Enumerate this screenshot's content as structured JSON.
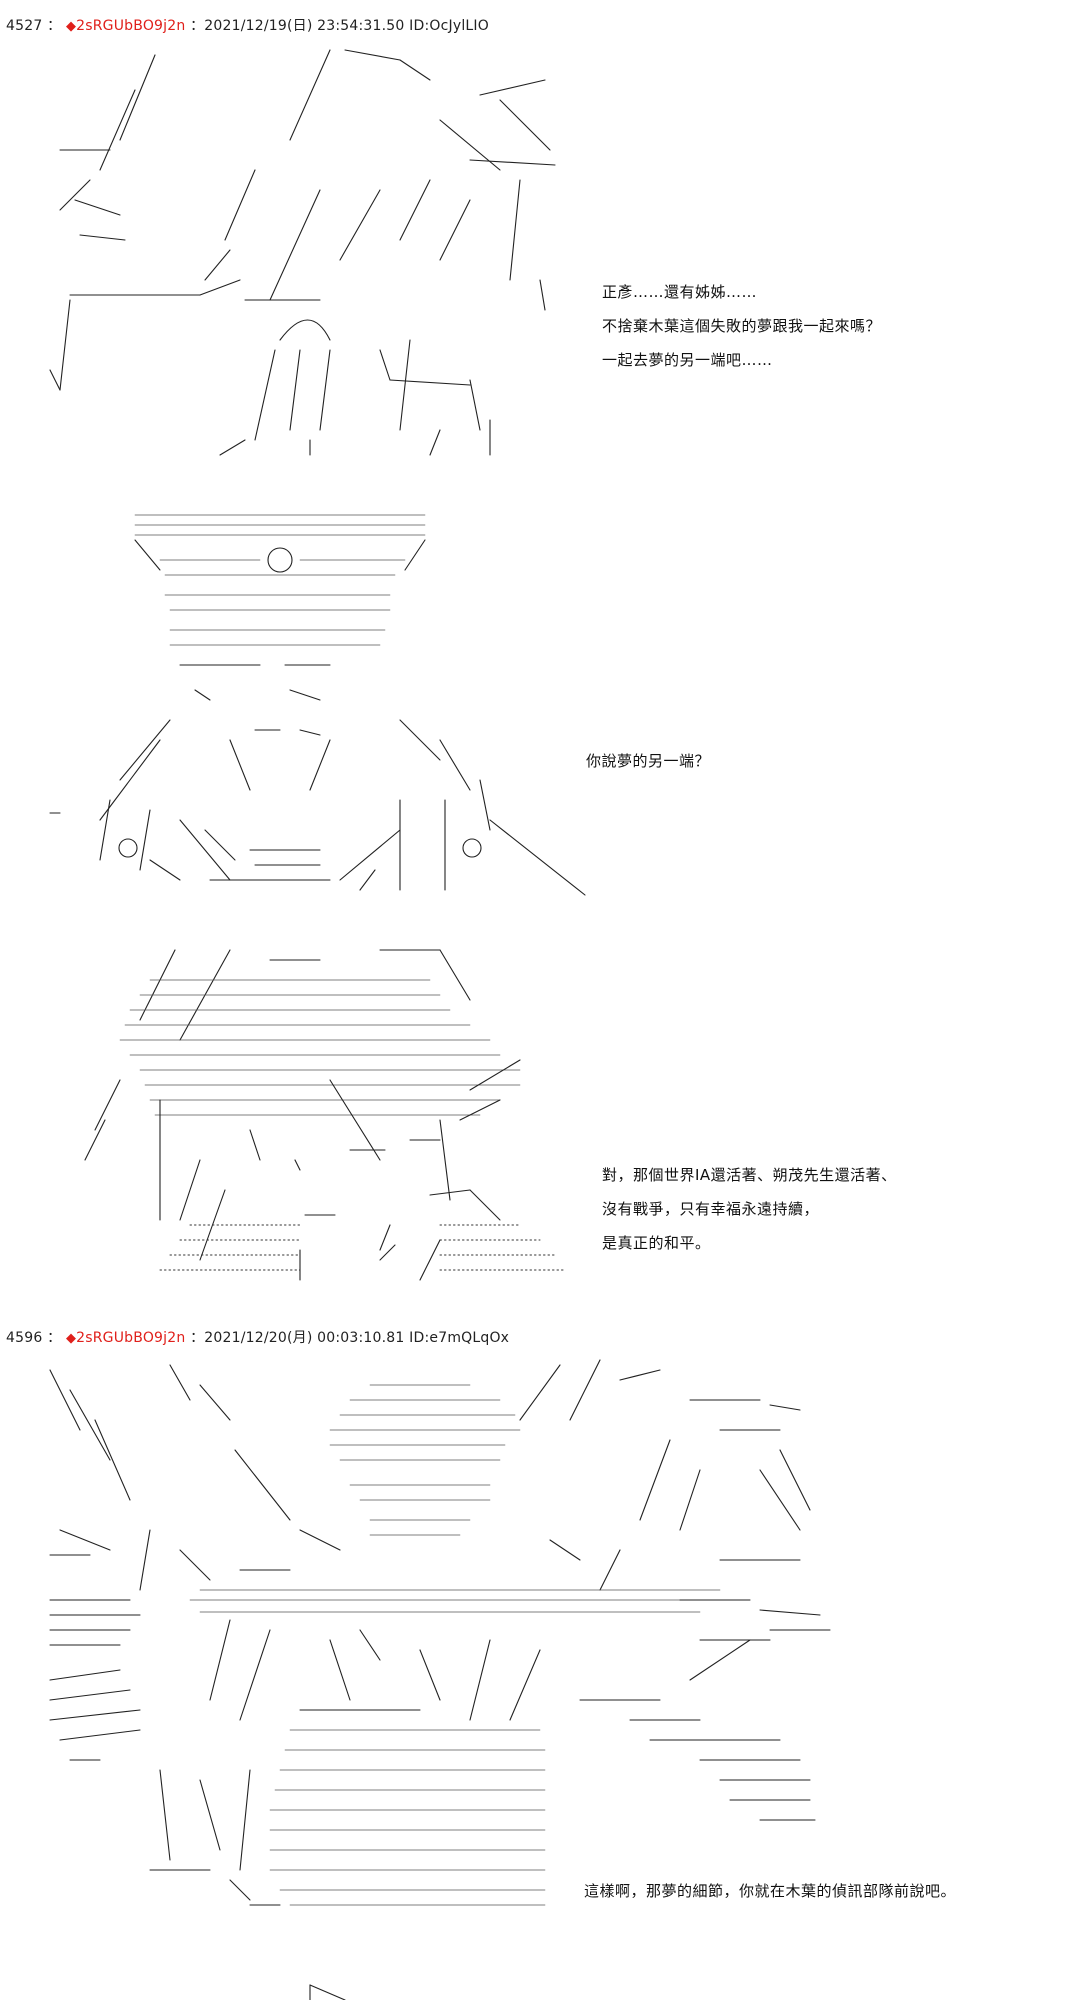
{
  "posts": [
    {
      "number": "4527",
      "separator": "：",
      "diamond": "◆",
      "trip": "2sRGUbBO9j2n",
      "date": "2021/12/19(日) 23:54:31.50",
      "id": "ID:OcJylLIO"
    },
    {
      "number": "4596",
      "separator": "：",
      "diamond": "◆",
      "trip": "2sRGUbBO9j2n",
      "date": "2021/12/20(月) 00:03:10.81",
      "id": "ID:e7mQLqOx"
    }
  ],
  "dialogs": [
    {
      "lines": [
        "正彥……還有姊姊……",
        "不捨棄木葉這個失敗的夢跟我一起來嗎？",
        "一起去夢的另一端吧……"
      ]
    },
    {
      "lines": [
        "你說夢的另一端？"
      ]
    },
    {
      "lines": [
        "對，那個世界IA還活著、朔茂先生還活著、",
        "沒有戰爭，只有幸福永遠持續，",
        "是真正的和平。"
      ]
    },
    {
      "lines": [
        "這樣啊，那夢的細節，你就在木葉的偵訊部隊前說吧。"
      ]
    }
  ]
}
